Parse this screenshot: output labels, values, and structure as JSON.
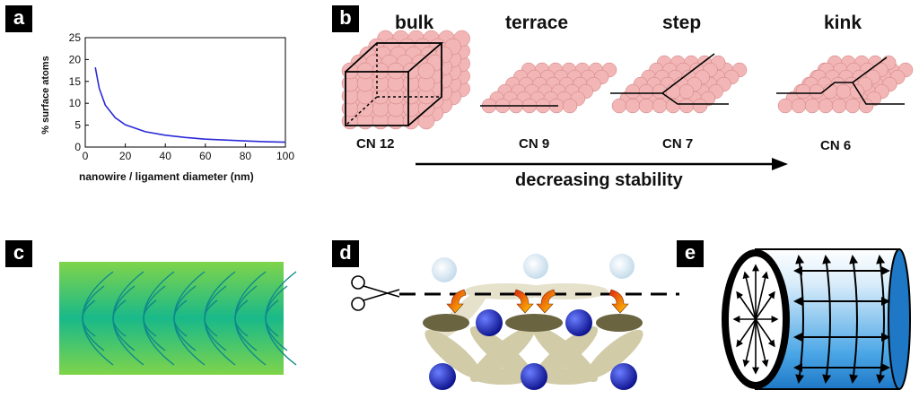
{
  "panels": {
    "a": {
      "label": "a",
      "chart_data": {
        "type": "line",
        "title": "",
        "xlabel": "nanowire / ligament diameter (nm)",
        "ylabel": "% surface atoms",
        "xlim": [
          0,
          100
        ],
        "ylim": [
          0,
          25
        ],
        "xticks": [
          "0",
          "20",
          "40",
          "60",
          "80",
          "100"
        ],
        "yticks": [
          "0",
          "5",
          "10",
          "15",
          "20",
          "25"
        ],
        "grid": false,
        "series": [
          {
            "color": "#2a2ad6",
            "x": [
              5,
              7,
              10,
              15,
              20,
              30,
              40,
              50,
              60,
              70,
              80,
              90,
              100
            ],
            "y": [
              18.2,
              13.4,
              9.6,
              6.7,
              5.1,
              3.5,
              2.7,
              2.2,
              1.8,
              1.6,
              1.4,
              1.2,
              1.1
            ]
          }
        ]
      }
    },
    "b": {
      "label": "b",
      "structures": [
        {
          "title": "bulk",
          "cn": "CN 12"
        },
        {
          "title": "terrace",
          "cn": "CN 9"
        },
        {
          "title": "step",
          "cn": "CN 7"
        },
        {
          "title": "kink",
          "cn": "CN 6"
        }
      ],
      "arrow_label": "decreasing stability",
      "atom_color": "#f2b6b6"
    },
    "c": {
      "label": "c",
      "color": "#1fbf7a"
    },
    "d": {
      "label": "d"
    },
    "e": {
      "label": "e",
      "color": "#1f78c8"
    }
  }
}
